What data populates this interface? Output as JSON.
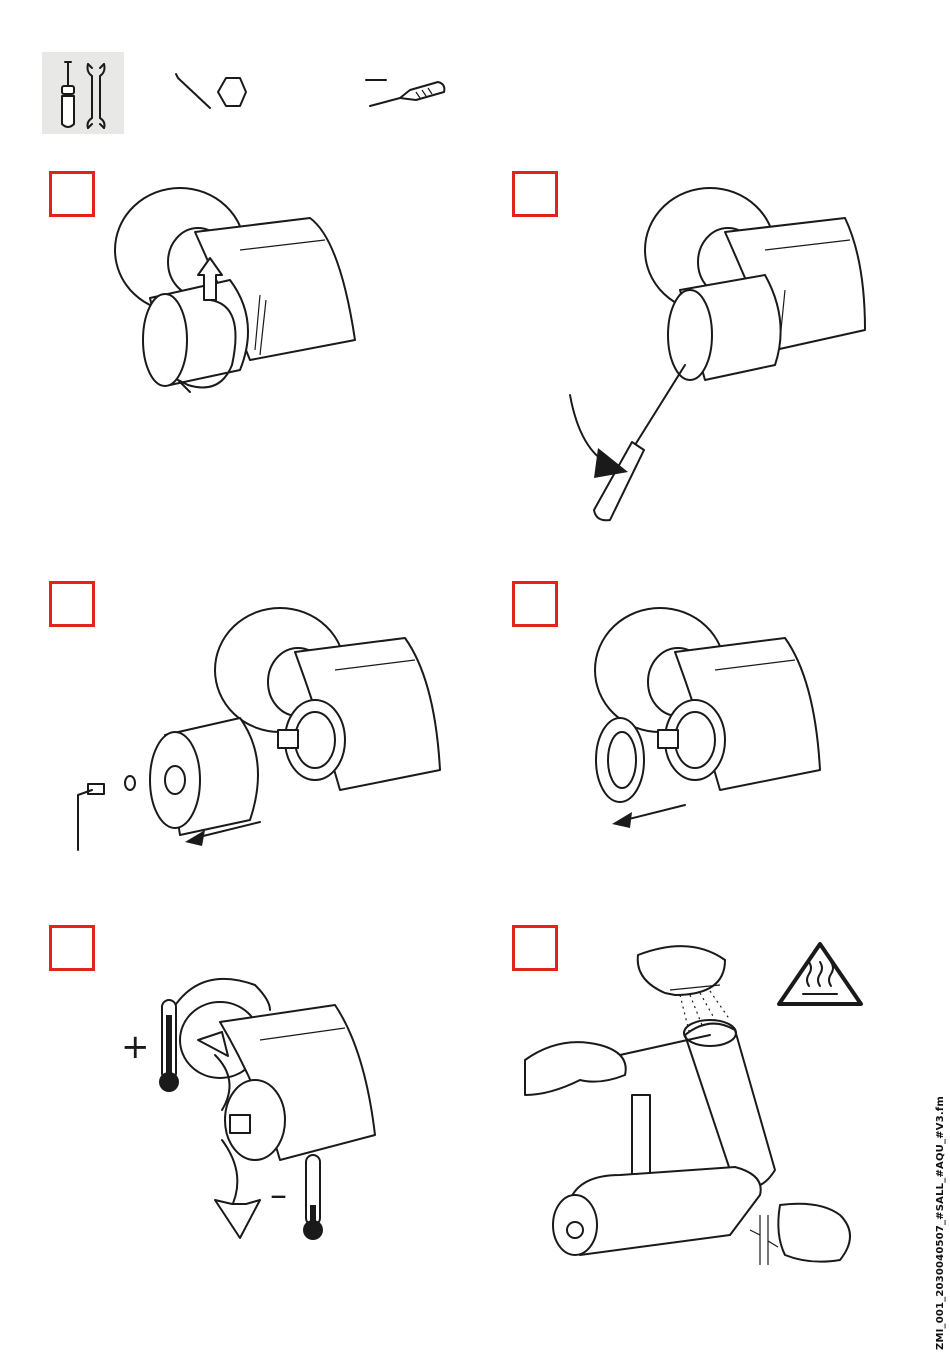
{
  "tools": {
    "tile_icons": [
      "screwdriver-icon",
      "wrench-icon"
    ],
    "hex_key": "hex-key-icon",
    "flat_screwdriver": "flat-screwdriver-icon"
  },
  "steps": [
    {
      "id": 1,
      "illustration": "rotate-handle-illustration",
      "icon": "rotate-arrow-icon"
    },
    {
      "id": 2,
      "illustration": "pry-cap-screwdriver-illustration",
      "icon": "curved-arrow-icon"
    },
    {
      "id": 3,
      "illustration": "remove-handle-hex-key-illustration",
      "icon": "pull-arrow-icon"
    },
    {
      "id": 4,
      "illustration": "remove-stop-ring-illustration",
      "icon": "pull-arrow-icon"
    },
    {
      "id": 5,
      "illustration": "adjust-temperature-illustration",
      "icon": "thermometer-icon"
    },
    {
      "id": 6,
      "illustration": "measure-water-temperature-illustration",
      "icon": "hot-surface-warning-icon"
    }
  ],
  "labels": {
    "plus": "+",
    "minus": "–"
  },
  "colors": {
    "step_box": "#e2231a",
    "line": "#1a1a1a",
    "tool_tile": "#e8e8e6"
  },
  "footer": {
    "doc_ref": "ZMI_001_2030040507_#SALL_#AQU_#V3.fm"
  }
}
